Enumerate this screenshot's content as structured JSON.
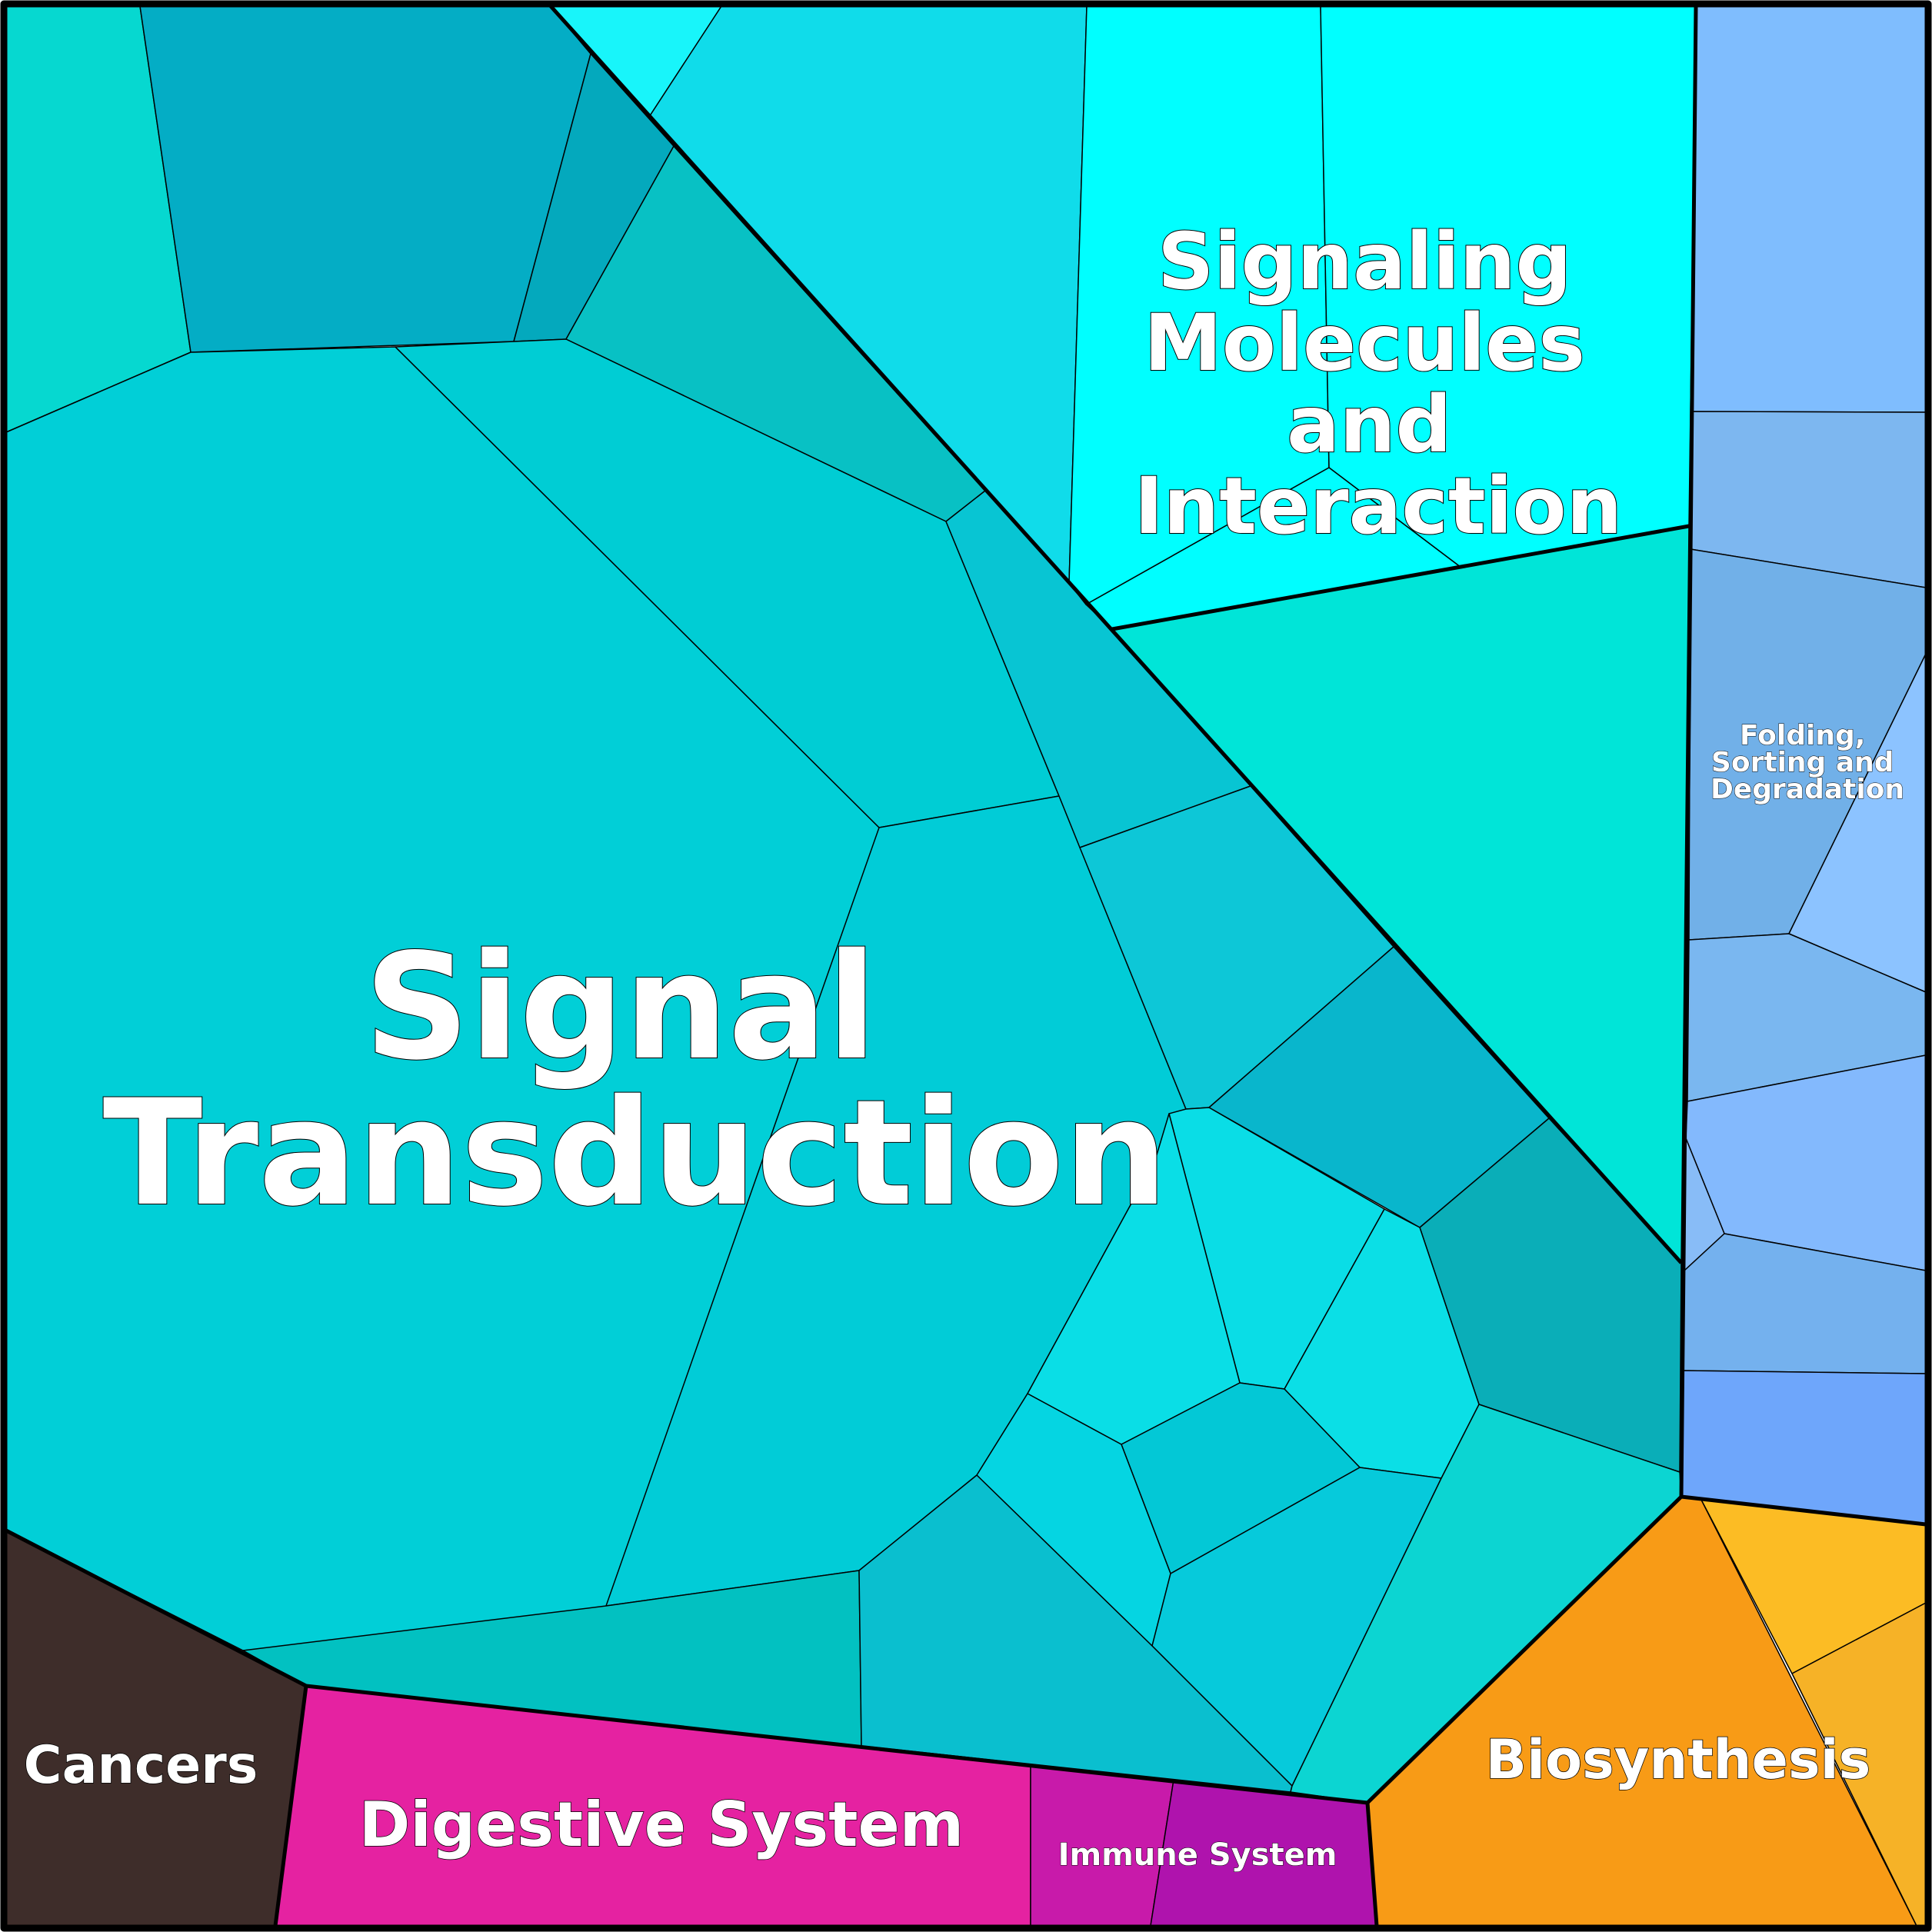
{
  "treemap": {
    "regions": [
      {
        "id": "signal-transduction",
        "label_lines": [
          "Signal",
          "Transduction"
        ],
        "color": "#00CED1"
      },
      {
        "id": "signaling-molecules",
        "label_lines": [
          "Signaling",
          "Molecules",
          "and",
          "Interaction"
        ],
        "color": "#00FFFF"
      },
      {
        "id": "folding-sorting",
        "label_lines": [
          "Folding,",
          "Sorting and",
          "Degradation"
        ],
        "color": "#7EB6F0"
      },
      {
        "id": "biosynthesis",
        "label_lines": [
          "Biosynthesis"
        ],
        "color": "#F89B17"
      },
      {
        "id": "cancers",
        "label_lines": [
          "Cancers"
        ],
        "color": "#3E2D2A"
      },
      {
        "id": "digestive-system",
        "label_lines": [
          "Digestive System"
        ],
        "color": "#E522A1"
      },
      {
        "id": "immune-system",
        "label_lines": [
          "Immune System"
        ],
        "color": "#B014AE"
      }
    ]
  }
}
